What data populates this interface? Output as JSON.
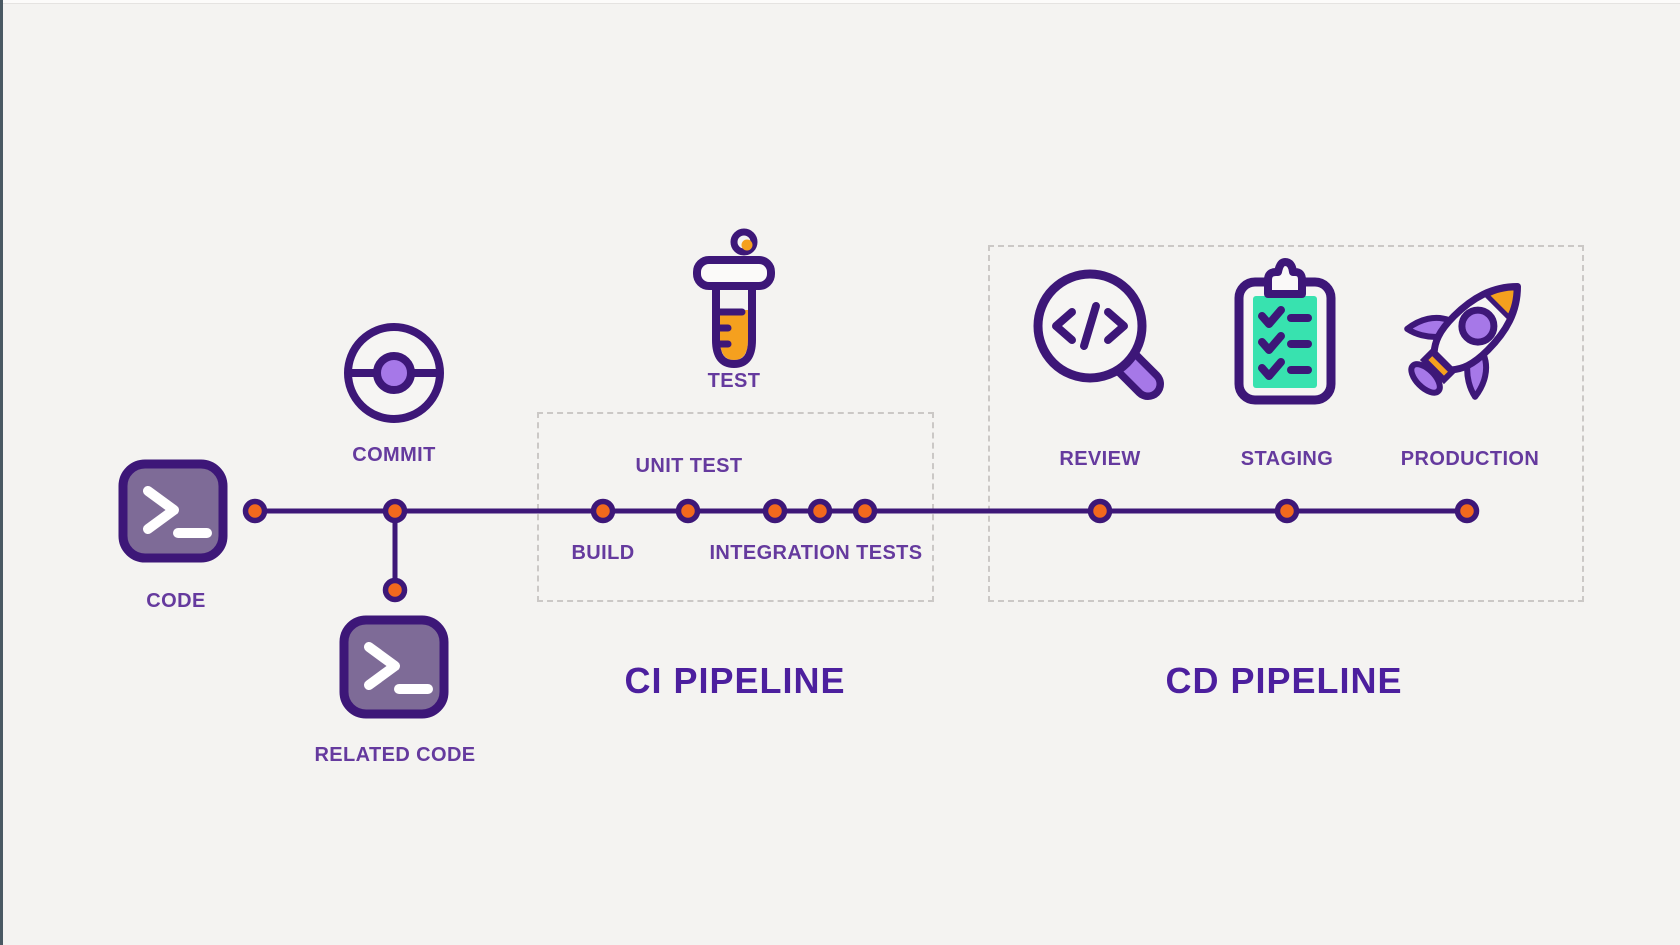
{
  "diagram": {
    "kind": "ci-cd-pipeline",
    "stages": {
      "code": {
        "label": "CODE",
        "icon": "terminal-icon"
      },
      "commit": {
        "label": "COMMIT",
        "icon": "commit-node-icon"
      },
      "related_code": {
        "label": "RELATED CODE",
        "icon": "terminal-icon"
      },
      "test": {
        "label": "TEST",
        "icon": "test-tube-icon"
      },
      "build": {
        "label": "BUILD"
      },
      "unit_test": {
        "label": "UNIT TEST"
      },
      "integration_tests": {
        "label": "INTEGRATION TESTS"
      },
      "review": {
        "label": "REVIEW",
        "icon": "magnifier-code-icon"
      },
      "staging": {
        "label": "STAGING",
        "icon": "clipboard-checklist-icon"
      },
      "production": {
        "label": "PRODUCTION",
        "icon": "rocket-icon"
      }
    },
    "sections": {
      "ci": {
        "title": "CI PIPELINE"
      },
      "cd": {
        "title": "CD PIPELINE"
      }
    },
    "colors": {
      "background": "#f4f3f1",
      "outline_purple": "#3d1778",
      "label_purple": "#653a9e",
      "title_purple": "#4c1f9e",
      "dot_orange": "#f2691d",
      "amber": "#f5a01e",
      "light_purple": "#a678e8",
      "mint_green": "#38e2af",
      "terminal_fill": "#7e6b97",
      "dashed_border": "#cbc8c6"
    }
  }
}
